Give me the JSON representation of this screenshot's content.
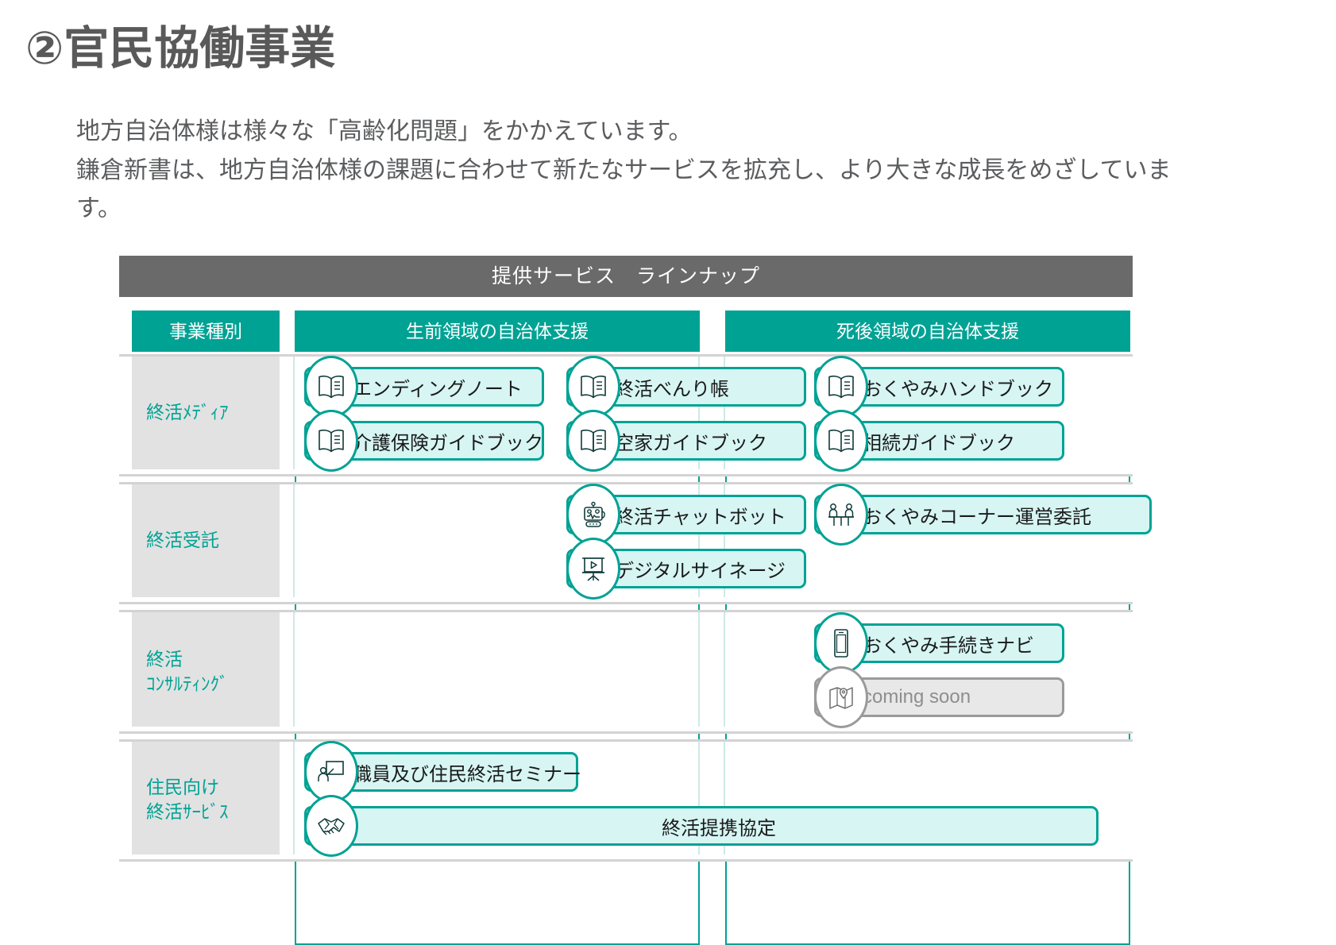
{
  "slide": {
    "title": "②官民協働事業",
    "lead_line1": "地方自治体様は様々な「高齢化問題」をかかえています。",
    "lead_line2": "鎌倉新書は、地方自治体様の課題に合わせて新たなサービスを拡充し、より大きな成長をめざしています。"
  },
  "matrix": {
    "banner": "提供サービス　ラインナップ",
    "colheads": {
      "type": "事業種別",
      "life": "生前領域の自治体支援",
      "after": "死後領域の自治体支援"
    },
    "rows": [
      {
        "label": "終活ﾒﾃﾞｨｱ",
        "items": [
          {
            "text": "エンディングノート",
            "icon": "book-icon"
          },
          {
            "text": "終活べんり帳",
            "icon": "book-icon"
          },
          {
            "text": "おくやみハンドブック",
            "icon": "book-icon"
          },
          {
            "text": "介護保険ガイドブック",
            "icon": "book-icon"
          },
          {
            "text": "空家ガイドブック",
            "icon": "book-icon"
          },
          {
            "text": "相続ガイドブック",
            "icon": "book-icon"
          }
        ]
      },
      {
        "label": "終活受託",
        "items": [
          {
            "text": "終活チャットボット",
            "icon": "robot-icon"
          },
          {
            "text": "おくやみコーナー運営委託",
            "icon": "counter-desk-icon"
          },
          {
            "text": "デジタルサイネージ",
            "icon": "signage-icon"
          }
        ]
      },
      {
        "label_line1": "終活",
        "label_line2": "ｺﾝｻﾙﾃｨﾝｸﾞ",
        "items": [
          {
            "text": "おくやみ手続きナビ",
            "icon": "smartphone-icon"
          },
          {
            "text": "coming soon",
            "icon": "map-pin-icon",
            "state": "coming-soon"
          }
        ]
      },
      {
        "label_line1": "住民向け",
        "label_line2": "終活ｻｰﾋﾞｽ",
        "items": [
          {
            "text": "職員及び住民終活セミナー",
            "icon": "presentation-icon"
          },
          {
            "text": "終活提携協定",
            "icon": "handshake-icon"
          }
        ]
      }
    ]
  },
  "colors": {
    "teal": "#00a294",
    "teal_fill": "#d6f5f3",
    "banner_gray": "#6a6a6a",
    "row_label_gray": "#e2e2e2",
    "muted_gray": "#9a9a9a"
  }
}
